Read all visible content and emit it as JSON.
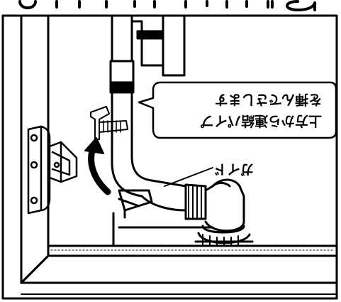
{
  "callout": {
    "line1": "上方から連結パイプ",
    "line2": "を挿んでさします"
  },
  "guide_label": "ガイド",
  "colors": {
    "ink": "#000000",
    "paper": "#ffffff"
  }
}
